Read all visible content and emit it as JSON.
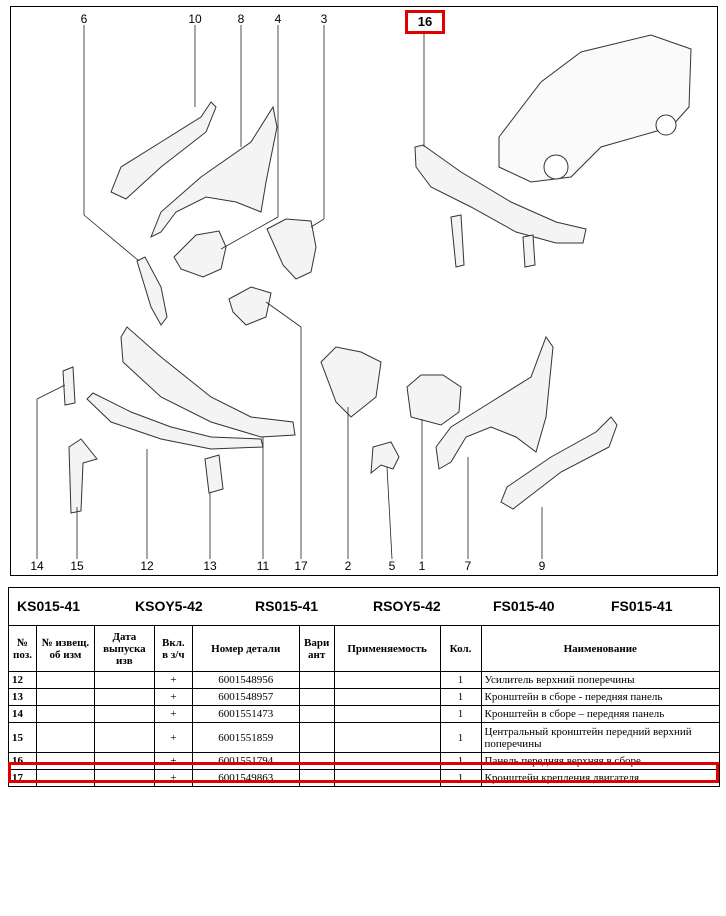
{
  "diagram": {
    "highlight_label": "16",
    "top_labels": [
      "6",
      "10",
      "8",
      "4",
      "3"
    ],
    "bottom_labels": [
      "14",
      "15",
      "12",
      "13",
      "11",
      "17",
      "2",
      "5",
      "1",
      "7",
      "9"
    ]
  },
  "codes": [
    "KS015-41",
    "KSOY5-42",
    "RS015-41",
    "RSOY5-42",
    "FS015-40",
    "FS015-41"
  ],
  "table": {
    "headers": {
      "pos": "№ поз.",
      "notice": "№ извещ. об изм",
      "date": "Дата выпуска изв",
      "incl": "Вкл. в з/ч",
      "part_no": "Номер детали",
      "variant": "Вари ант",
      "applicability": "Применяемость",
      "qty": "Кол.",
      "name": "Наименование"
    },
    "rows": [
      {
        "pos": "12",
        "incl": "+",
        "part_no": "6001548956",
        "qty": "1",
        "name": "Усилитель верхний поперечины"
      },
      {
        "pos": "13",
        "incl": "+",
        "part_no": "6001548957",
        "qty": "1",
        "name": "Кронштейн в сборе - передняя панель"
      },
      {
        "pos": "14",
        "incl": "+",
        "part_no": "6001551473",
        "qty": "1",
        "name": "Кронштейн в сборе – передняя панель"
      },
      {
        "pos": "15",
        "incl": "+",
        "part_no": "6001551859",
        "qty": "1",
        "name": "Центральный кронштейн передний верхний поперечины"
      },
      {
        "pos": "16",
        "incl": "+",
        "part_no": "6001551794",
        "qty": "1",
        "name": "Панель передняя верхняя в сборе"
      },
      {
        "pos": "17",
        "incl": "+",
        "part_no": "6001549863",
        "qty": "1",
        "name": "Кронштейн крепления двигателя"
      }
    ]
  }
}
